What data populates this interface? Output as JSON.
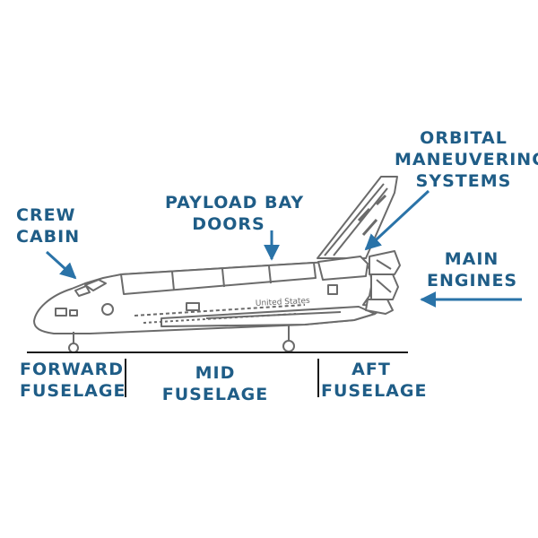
{
  "colors": {
    "label": "#1f5d87",
    "arrow": "#2a73a8",
    "outline": "#6b6b6b",
    "fill": "#ffffff",
    "ground": "#1a1a1a"
  },
  "callouts": {
    "crew_cabin": [
      "CREW",
      "CABIN"
    ],
    "payload_bay_doors": [
      "PAYLOAD BAY",
      "DOORS"
    ],
    "orbital_maneuvering_systems": [
      "ORBITAL",
      "MANEUVERING",
      "SYSTEMS"
    ],
    "main_engines": [
      "MAIN",
      "ENGINES"
    ]
  },
  "sections": {
    "forward_fuselage": [
      "FORWARD",
      "FUSELAGE"
    ],
    "mid_fuselage": [
      "MID",
      "FUSELAGE"
    ],
    "aft_fuselage": [
      "AFT",
      "FUSELAGE"
    ]
  },
  "hull_text": "United States"
}
